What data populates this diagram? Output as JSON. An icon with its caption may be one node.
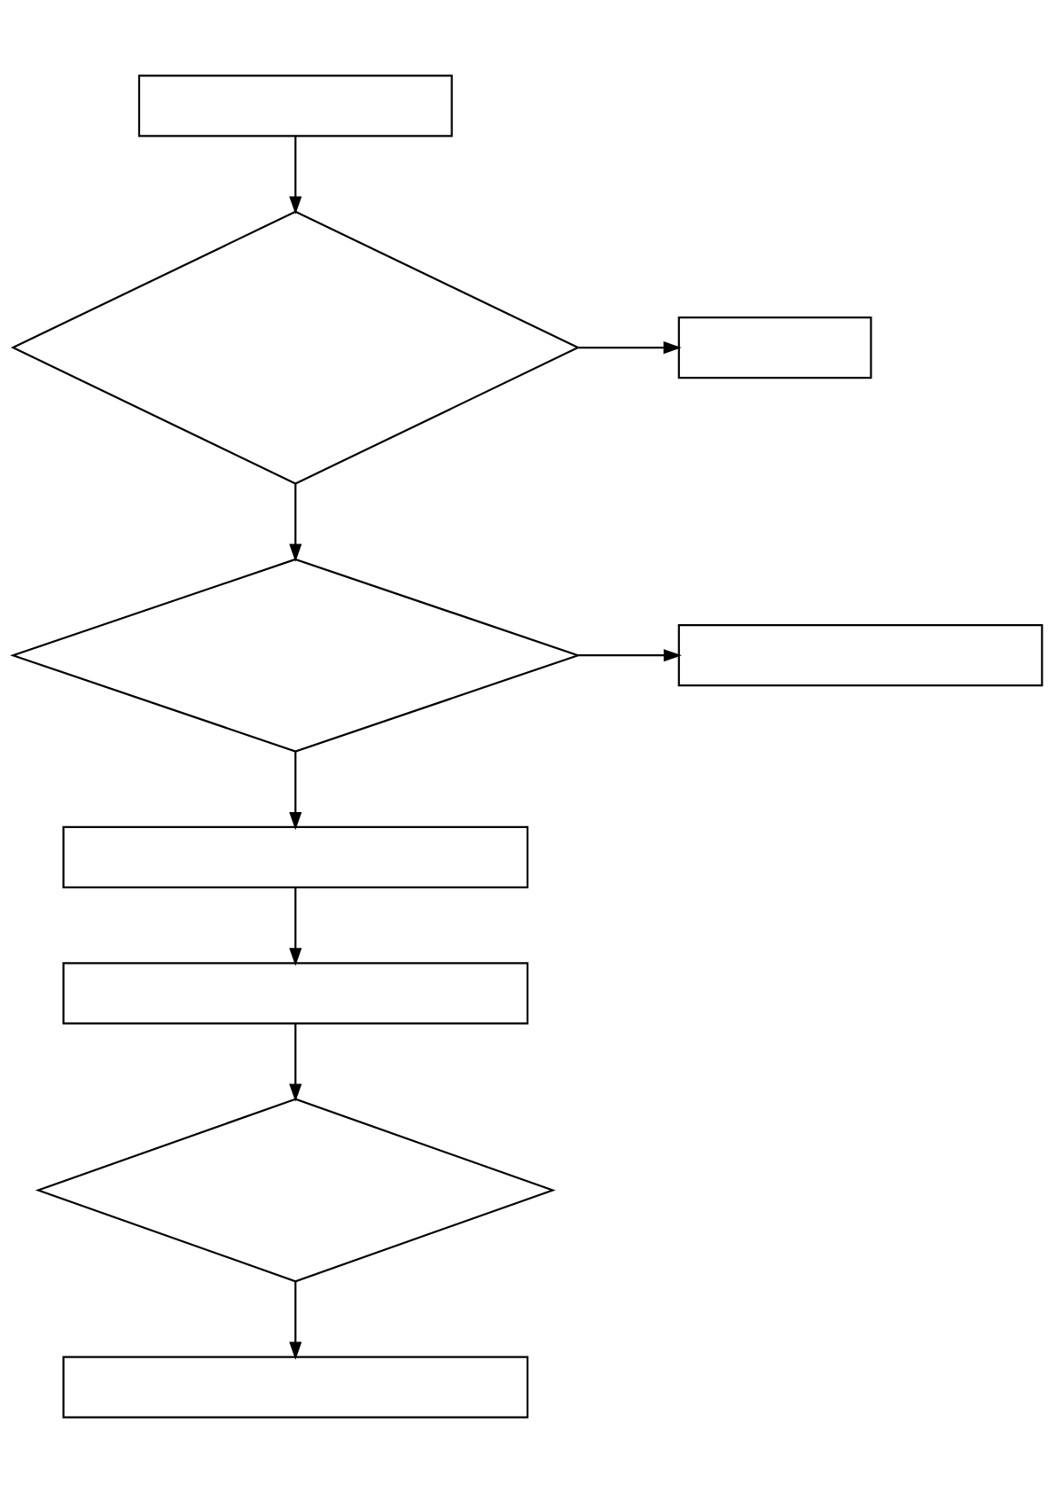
{
  "diagram": {
    "nodes": [
      {
        "text": [],
        "shape": "box"
      },
      {
        "text": [],
        "shape": "diamond"
      },
      {
        "text": [],
        "shape": "box"
      },
      {
        "text": [],
        "shape": "diamond"
      },
      {
        "text": [],
        "shape": "box"
      },
      {
        "text": [],
        "shape": "box"
      },
      {
        "text": [],
        "shape": "box"
      },
      {
        "text": [],
        "shape": "diamond"
      },
      {
        "text": [],
        "shape": "box"
      }
    ],
    "edges": [
      {
        "from": 0,
        "to": 1,
        "arrow": "to"
      },
      {
        "from": 1,
        "to": 2,
        "arrow": "to"
      },
      {
        "from": 1,
        "to": 3,
        "arrow": "to"
      },
      {
        "from": 3,
        "to": 4,
        "arrow": "to"
      },
      {
        "from": 3,
        "to": 5,
        "arrow": "to"
      },
      {
        "from": 5,
        "to": 6,
        "arrow": "to"
      },
      {
        "from": 6,
        "to": 7,
        "arrow": "to"
      },
      {
        "from": 7,
        "to": 8,
        "arrow": "to"
      }
    ]
  }
}
